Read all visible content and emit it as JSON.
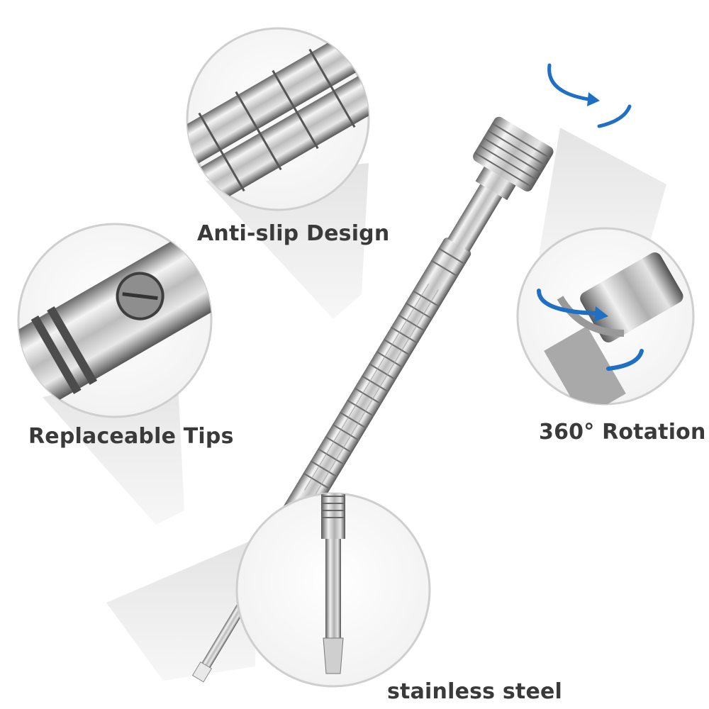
{
  "labels": {
    "anti_slip": "Anti-slip Design",
    "replaceable_tips": "Replaceable Tips",
    "rotation": "360° Rotation",
    "steel": "stainless steel"
  },
  "colors": {
    "background": "#ffffff",
    "metal_light": "#f2f2f2",
    "metal_mid": "#b9b9b9",
    "metal_dark": "#5c5c5c",
    "callout_shade": "#d6d6d6",
    "arrow_blue": "#1f6fc4",
    "label_text": "#3a3a3a"
  },
  "icons": [
    "rotation-arrow-icon"
  ]
}
